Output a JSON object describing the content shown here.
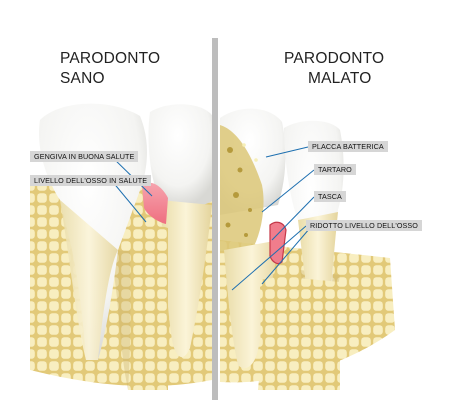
{
  "healthy": {
    "title_line1": "PARODONTO",
    "title_line2": "SANO",
    "labels": {
      "gum": "GENGIVA IN BUONA SALUTE",
      "bone": "LIVELLO DELL'OSSO IN  SALUTE"
    }
  },
  "diseased": {
    "title_line1": "PARODONTO",
    "title_line2": "MALATO",
    "labels": {
      "plaque": "PLACCA BATTERICA",
      "tartar": "TARTARO",
      "pocket": "TASCA",
      "bone_loss": "RIDOTTO LIVELLO DELL'OSSO"
    }
  },
  "colors": {
    "bone": "#ecd88a",
    "bone_cell": "#f8eec0",
    "gum_pink": "#f07d8c",
    "tartar": "#d9c46a",
    "divider": "#bdbdbd",
    "label_bg": "#d6d6d6",
    "pointer": "#1d6fb0"
  }
}
